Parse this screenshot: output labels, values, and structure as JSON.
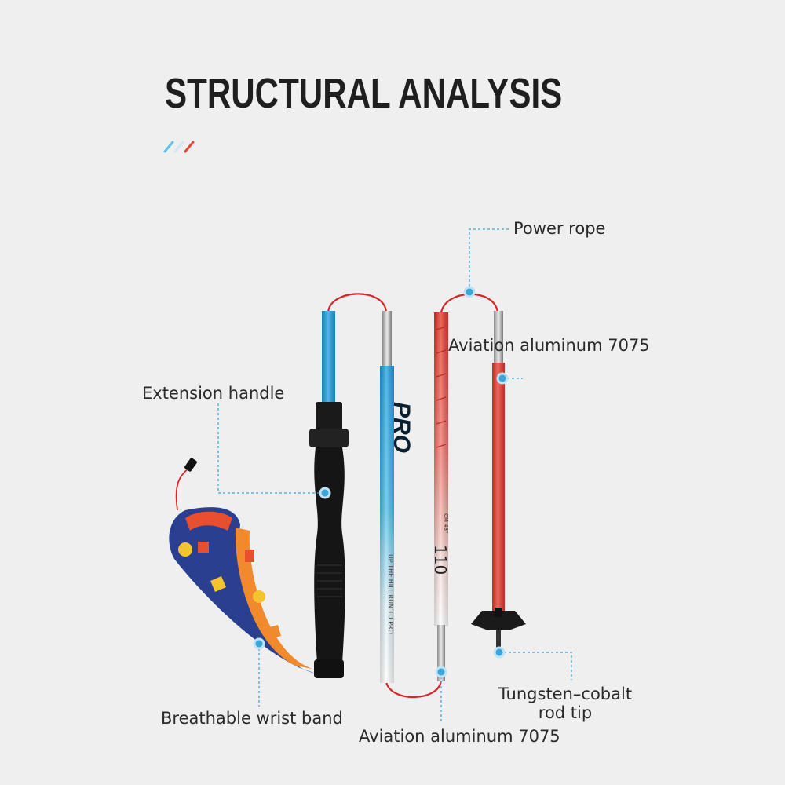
{
  "title": "STRUCTURAL ANALYSIS",
  "accent_colors": {
    "dash_blue": "#5fc4e8",
    "dash_light": "#cfe8f2",
    "dash_red": "#e8453a",
    "leader_line": "#3aa6d8",
    "blue_tube": "#1ea0e0",
    "red_tube": "#e83a2a",
    "rope": "#d9262b",
    "handle": "#151515"
  },
  "labels": {
    "power_rope": "Power rope",
    "aviation_top": "Aviation aluminum 7075",
    "extension_handle": "Extension handle",
    "wrist_band": "Breathable wrist band",
    "aviation_bottom": "Aviation aluminum 7075",
    "rod_tip_line1": "Tungsten–cobalt",
    "rod_tip_line2": "rod tip"
  },
  "pole_print": {
    "blue_brand": "PRO",
    "blue_slogan": "UP THE HILL RUN TO PRO",
    "red_size": "110",
    "red_size_sub": "CM 43\""
  },
  "icons": [
    "decorative-dashes-icon"
  ]
}
